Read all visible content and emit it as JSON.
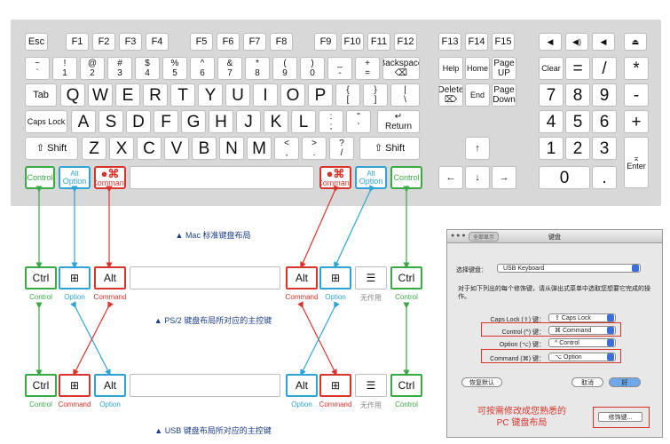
{
  "keyboard": {
    "fn_row": [
      "Esc",
      "F1",
      "F2",
      "F3",
      "F4",
      "F5",
      "F6",
      "F7",
      "F8",
      "F9",
      "F10",
      "F11",
      "F12",
      "F13",
      "F14",
      "F15"
    ],
    "num_row": [
      [
        "~",
        "`"
      ],
      [
        "!",
        "1"
      ],
      [
        "@",
        "2"
      ],
      [
        "#",
        "3"
      ],
      [
        "$",
        "4"
      ],
      [
        "%",
        "5"
      ],
      [
        "^",
        "6"
      ],
      [
        "&",
        "7"
      ],
      [
        "*",
        "8"
      ],
      [
        "(",
        "9"
      ],
      [
        ")",
        "0"
      ],
      [
        "_",
        "-"
      ],
      [
        "+",
        "="
      ]
    ],
    "backspace": [
      "Backspace",
      "⌫"
    ],
    "tab": "Tab",
    "q_row": [
      "Q",
      "W",
      "E",
      "R",
      "T",
      "Y",
      "U",
      "I",
      "O",
      "P"
    ],
    "q_row_punct": [
      [
        "{",
        "["
      ],
      [
        "}",
        "]"
      ],
      [
        "|",
        "\\"
      ]
    ],
    "caps": "Caps Lock",
    "a_row": [
      "A",
      "S",
      "D",
      "F",
      "G",
      "H",
      "J",
      "K",
      "L"
    ],
    "a_row_punct": [
      [
        ":",
        ";"
      ],
      [
        "\"",
        "'"
      ]
    ],
    "return": [
      "↵",
      "Return"
    ],
    "shift": "Shift",
    "z_row": [
      "Z",
      "X",
      "C",
      "V",
      "B",
      "N",
      "M"
    ],
    "z_row_punct": [
      [
        "<",
        ","
      ],
      [
        ">",
        "."
      ],
      [
        "?",
        "/"
      ]
    ],
    "control": "Control",
    "option_top": "Alt",
    "option": "Option",
    "command": "Command",
    "nav": [
      "Help",
      "Home",
      "Page UP",
      "Delete ⌦",
      "End",
      "Page Down"
    ],
    "media": [
      "◀",
      "◀)",
      "◀",
      "⏏"
    ],
    "numpad": [
      "Clear",
      "=",
      "/",
      "*",
      "7",
      "8",
      "9",
      "-",
      "4",
      "5",
      "6",
      "+",
      "1",
      "2",
      "3",
      "Enter",
      "0",
      "."
    ],
    "arrows": [
      "↑",
      "←",
      "↓",
      "→"
    ]
  },
  "captions": {
    "mac": "▲ Mac 标准键盘布局",
    "ps2": "▲ PS/2 键盘布局所对应的主控键",
    "usb": "▲ USB 键盘布局所对应的主控键"
  },
  "ps2_row": {
    "keys": [
      "Ctrl",
      "⊞",
      "Alt",
      "Alt",
      "⊞",
      "☰",
      "Ctrl"
    ],
    "labels": [
      "Control",
      "Option",
      "Command",
      "Command",
      "Option",
      "无作用",
      "Control"
    ]
  },
  "usb_row": {
    "keys": [
      "Ctrl",
      "⊞",
      "Alt",
      "Alt",
      "⊞",
      "☰",
      "Ctrl"
    ],
    "labels": [
      "Control",
      "Command",
      "Option",
      "Option",
      "Command",
      "无作用",
      "Control"
    ]
  },
  "dialog": {
    "title": "键盘",
    "tab": "全部显示",
    "select_label": "选择键盘：",
    "select_value": "USB Keyboard",
    "desc": "对于如下列出的每个修饰键，请从弹出式菜单中选取您想要它完成的操作。",
    "rows": [
      {
        "label": "Caps Lock (⇪) 键：",
        "value": "⇪ Caps Lock"
      },
      {
        "label": "Control (^) 键：",
        "value": "⌘ Command"
      },
      {
        "label": "Option (⌥) 键：",
        "value": "^ Control"
      },
      {
        "label": "Command (⌘) 键：",
        "value": "⌥ Option"
      }
    ],
    "restore": "恢复默认",
    "cancel": "取消",
    "ok": "好",
    "modifier_btn": "修饰键..."
  },
  "hint": [
    "可按需修改成您熟悉的",
    "PC 键盘布局"
  ],
  "colors": {
    "control": "#3aa845",
    "option": "#2ea3d6",
    "command": "#d9342b"
  }
}
